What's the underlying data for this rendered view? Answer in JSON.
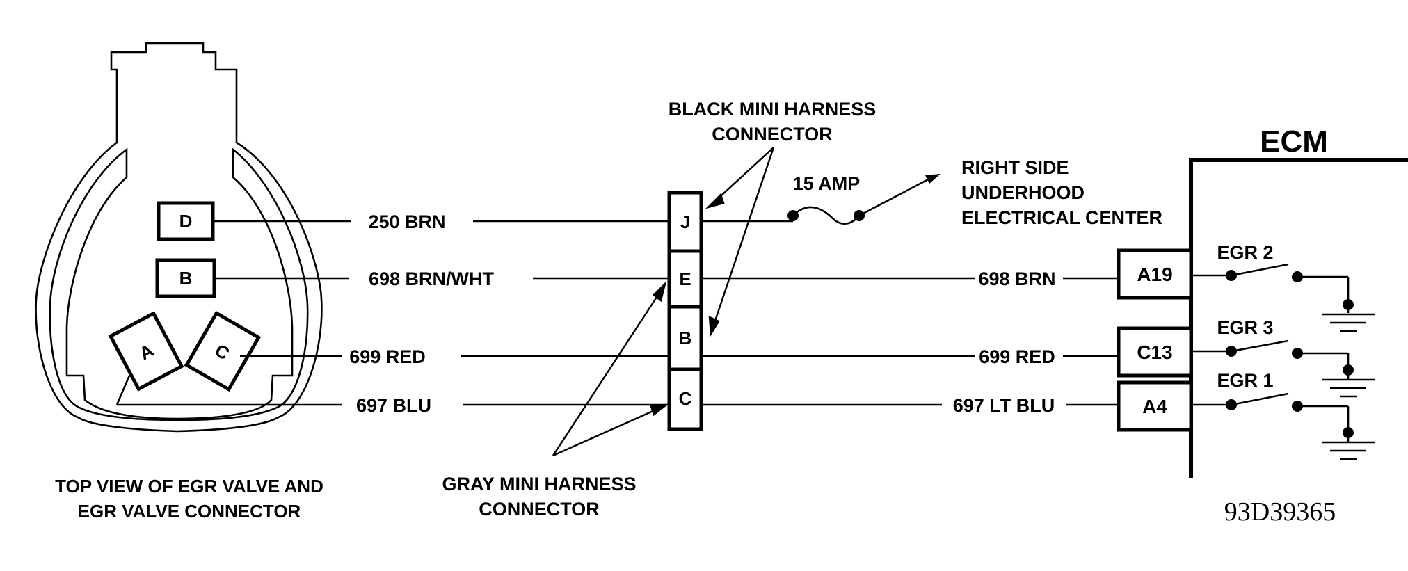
{
  "egr_connector": {
    "pins": [
      "D",
      "B",
      "A",
      "C"
    ],
    "caption_line1": "TOP VIEW OF EGR VALVE AND",
    "caption_line2": "EGR VALVE CONNECTOR"
  },
  "wires_left": [
    "250 BRN",
    "698 BRN/WHT",
    "699 RED",
    "697  BLU"
  ],
  "mini_harness": {
    "pins": [
      "J",
      "E",
      "B",
      "C"
    ],
    "black_label_line1": "BLACK MINI HARNESS",
    "black_label_line2": "CONNECTOR",
    "gray_label_line1": "GRAY MINI HARNESS",
    "gray_label_line2": "CONNECTOR"
  },
  "fuse": {
    "label": "15 AMP",
    "dest_line1": "RIGHT SIDE",
    "dest_line2": "UNDERHOOD",
    "dest_line3": "ELECTRICAL CENTER"
  },
  "wires_right": [
    "698 BRN",
    "699 RED",
    "697 LT BLU"
  ],
  "ecm": {
    "title": "ECM",
    "pins": [
      "A19",
      "C13",
      "A4"
    ],
    "switches": [
      "EGR 2",
      "EGR 3",
      "EGR 1"
    ]
  },
  "figure_id": "93D39365"
}
